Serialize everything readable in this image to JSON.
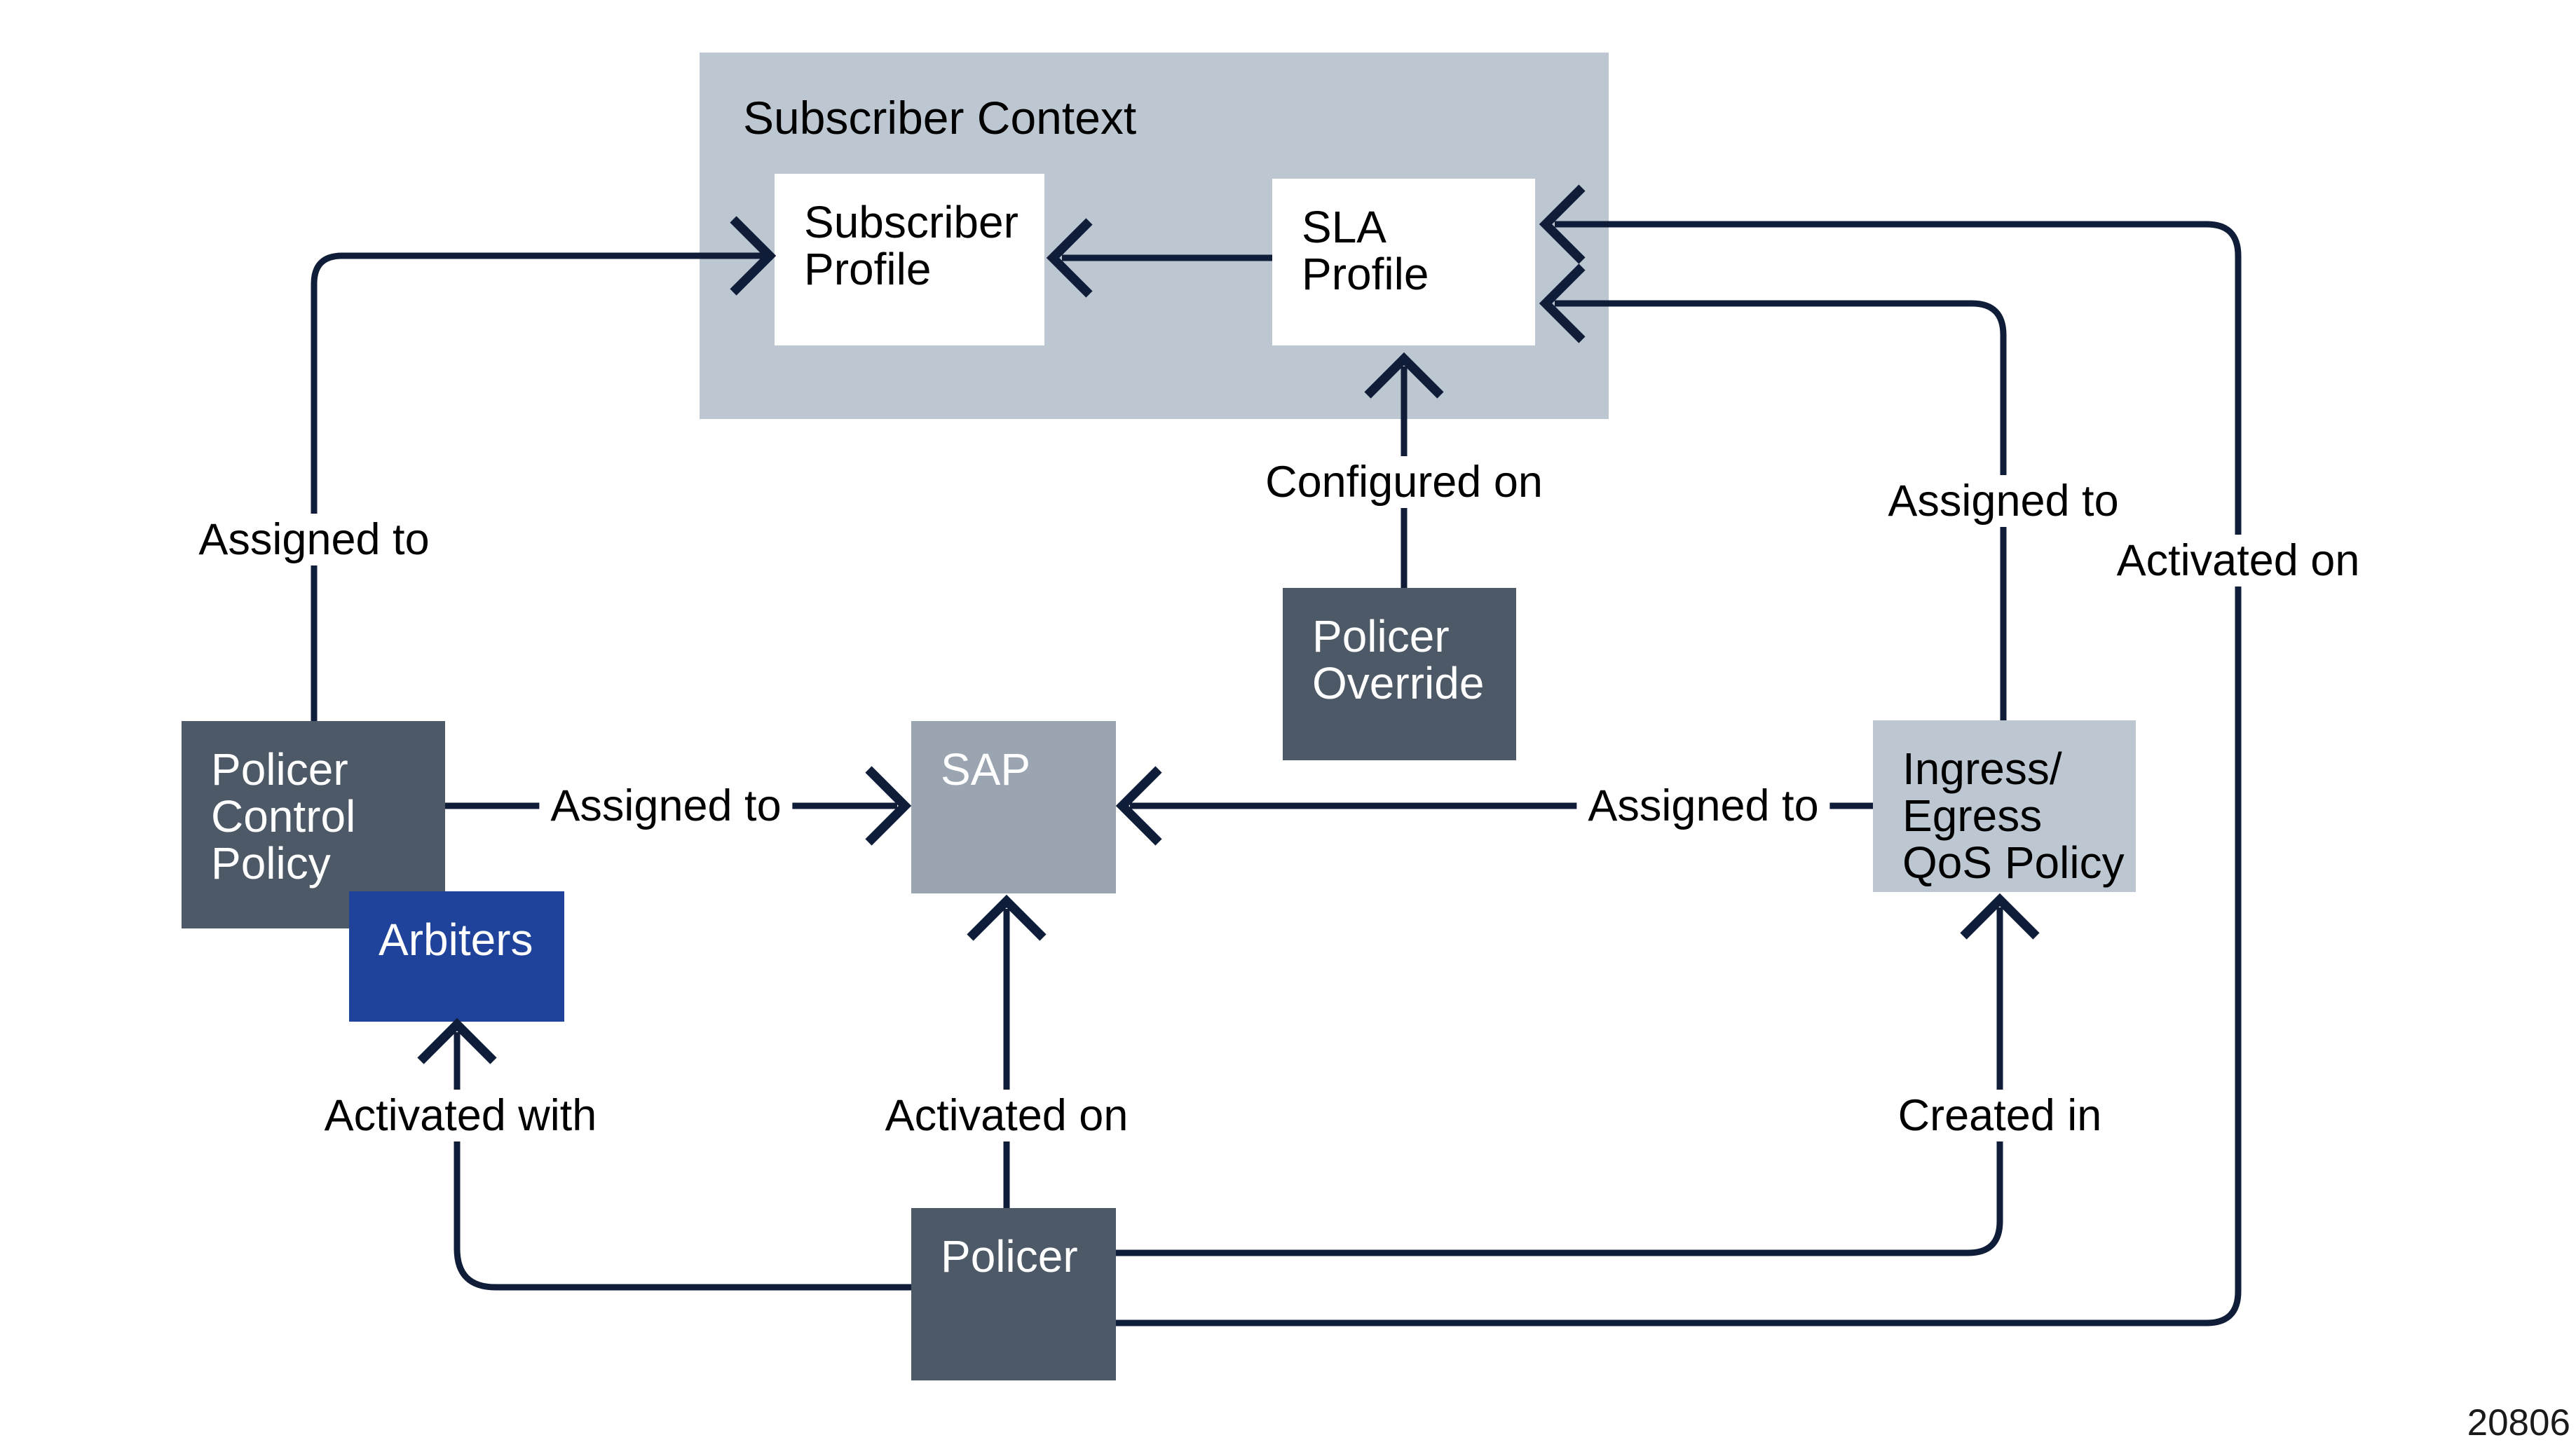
{
  "diagram": {
    "caption": "20806",
    "colors": {
      "line_navy": "#0f1d38",
      "dark_slate_box": "#4d5966",
      "light_blue_gray_box": "#bdc7d1",
      "mid_gray_box": "#9aa5b1",
      "accent_blue_box": "#1f429a",
      "text_on_dark": "#ffffff",
      "text_on_light": "#000000"
    },
    "container": {
      "title": "Subscriber Context"
    },
    "nodes": {
      "subscriber_profile": {
        "lines": [
          "Subscriber",
          "Profile"
        ]
      },
      "sla_profile": {
        "lines": [
          "SLA",
          "Profile"
        ]
      },
      "policer_override": {
        "lines": [
          "Policer",
          "Override"
        ]
      },
      "policer_control_policy": {
        "lines": [
          "Policer",
          "Control",
          "Policy"
        ]
      },
      "arbiters": {
        "lines": [
          "Arbiters"
        ]
      },
      "sap": {
        "lines": [
          "SAP"
        ]
      },
      "ingress_egress_qos_policy": {
        "lines": [
          "Ingress/",
          "Egress",
          "QoS Policy"
        ]
      },
      "policer": {
        "lines": [
          "Policer"
        ]
      }
    },
    "edges": [
      {
        "from": "policer_control_policy",
        "to": "subscriber_profile",
        "label": "Assigned to"
      },
      {
        "from": "sla_profile",
        "to": "subscriber_profile",
        "label": ""
      },
      {
        "from": "policer_override",
        "to": "sla_profile",
        "label": "Configured on"
      },
      {
        "from": "ingress_egress_qos_policy",
        "to": "sla_profile",
        "label": "Assigned to"
      },
      {
        "from": "policer",
        "to": "sla_profile",
        "label": "Activated on"
      },
      {
        "from": "policer_control_policy",
        "to": "sap",
        "label": "Assigned to"
      },
      {
        "from": "ingress_egress_qos_policy",
        "to": "sap",
        "label": "Assigned to"
      },
      {
        "from": "policer",
        "to": "sap",
        "label": "Activated on"
      },
      {
        "from": "policer",
        "to": "ingress_egress_qos_policy",
        "label": "Created in"
      },
      {
        "from": "policer",
        "to": "arbiters",
        "label": "Activated with"
      }
    ]
  }
}
